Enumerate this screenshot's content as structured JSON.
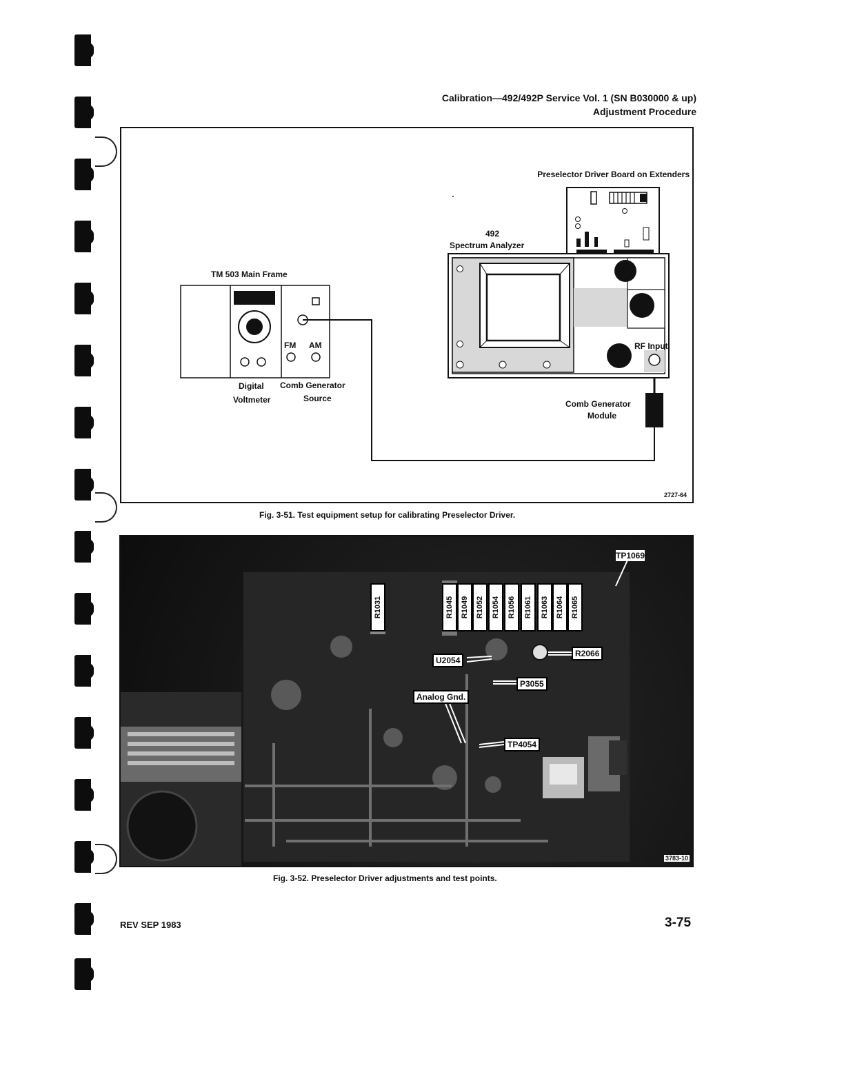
{
  "header": {
    "line1": "Calibration—492/492P Service Vol. 1 (SN B030000 & up)",
    "line2": "Adjustment Procedure"
  },
  "figure1": {
    "labels": {
      "preselector": "Preselector Driver Board on Extenders",
      "analyzer_num": "492",
      "analyzer_name": "Spectrum Analyzer",
      "mainframe": "TM 503 Main Frame",
      "fm": "FM",
      "am": "AM",
      "digital": "Digital",
      "voltmeter": "Voltmeter",
      "comb_gen": "Comb Generator",
      "source": "Source",
      "rf_input": "RF Input",
      "comb_module_1": "Comb Generator",
      "comb_module_2": "Module",
      "ref_id": "2727-64"
    },
    "caption": "Fig. 3-51. Test equipment setup for calibrating Preselector Driver."
  },
  "figure2": {
    "tp_top": "TP1069",
    "resistors": [
      "R1031",
      "R1045",
      "R1049",
      "R1052",
      "R1054",
      "R1056",
      "R1061",
      "R1063",
      "R1064",
      "R1065"
    ],
    "callouts": {
      "u2054": "U2054",
      "r2066": "R2066",
      "p3055": "P3055",
      "analog_gnd": "Analog Gnd.",
      "tp4054": "TP4054"
    },
    "ref_id": "3783-10",
    "caption": "Fig. 3-52. Preselector Driver adjustments and test points."
  },
  "footer": {
    "rev": "REV SEP 1983",
    "page": "3-75"
  }
}
